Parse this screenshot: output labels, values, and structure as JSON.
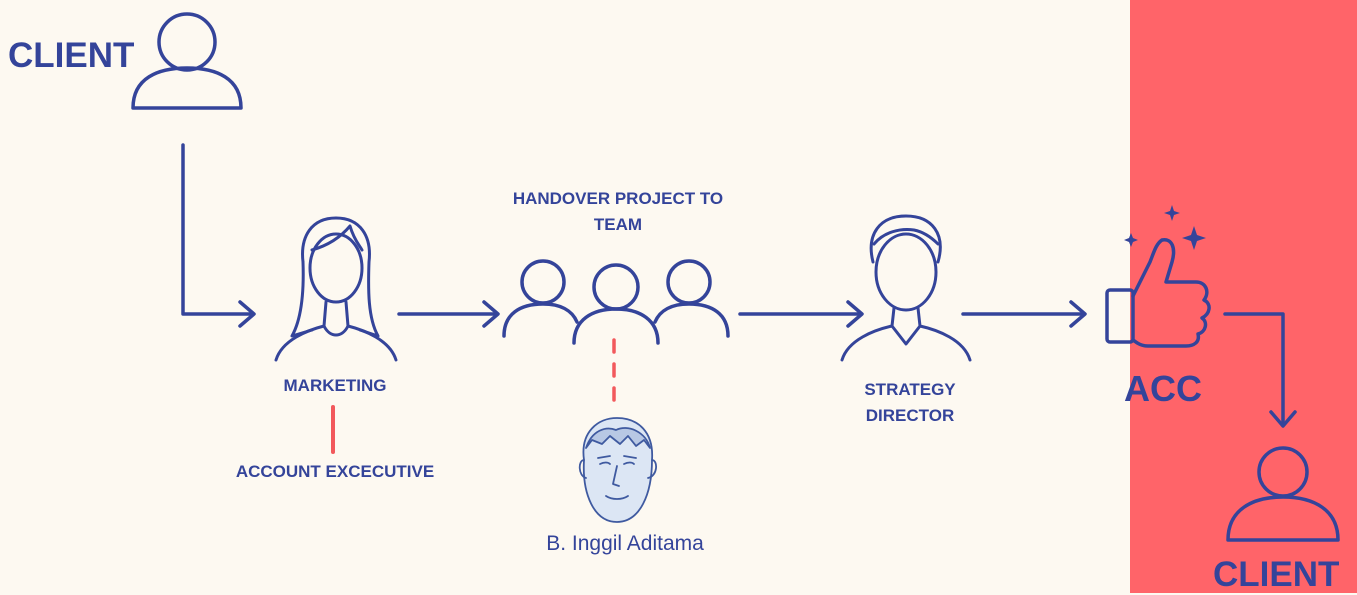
{
  "colors": {
    "background": "#fdf9f1",
    "accent_panel": "#ff6469",
    "primary": "#34449a",
    "connector_accent": "#f2595c"
  },
  "nodes": {
    "client_start": {
      "label": "CLIENT",
      "icon": "user-outline-icon"
    },
    "marketing": {
      "label": "MARKETING",
      "icon": "woman-icon"
    },
    "account_executive": {
      "label": "ACCOUNT EXCECUTIVE"
    },
    "handover": {
      "label": "HANDOVER PROJECT TO TEAM",
      "icon": "team-icon"
    },
    "team_member": {
      "label": "B. Inggil Aditama",
      "icon": "face-portrait-icon"
    },
    "strategy_director": {
      "label": "STRATEGY DIRECTOR",
      "icon": "man-icon"
    },
    "acc": {
      "label": "ACC",
      "icon": "thumbs-up-icon"
    },
    "client_end": {
      "label": "CLIENT",
      "icon": "user-outline-icon"
    }
  }
}
